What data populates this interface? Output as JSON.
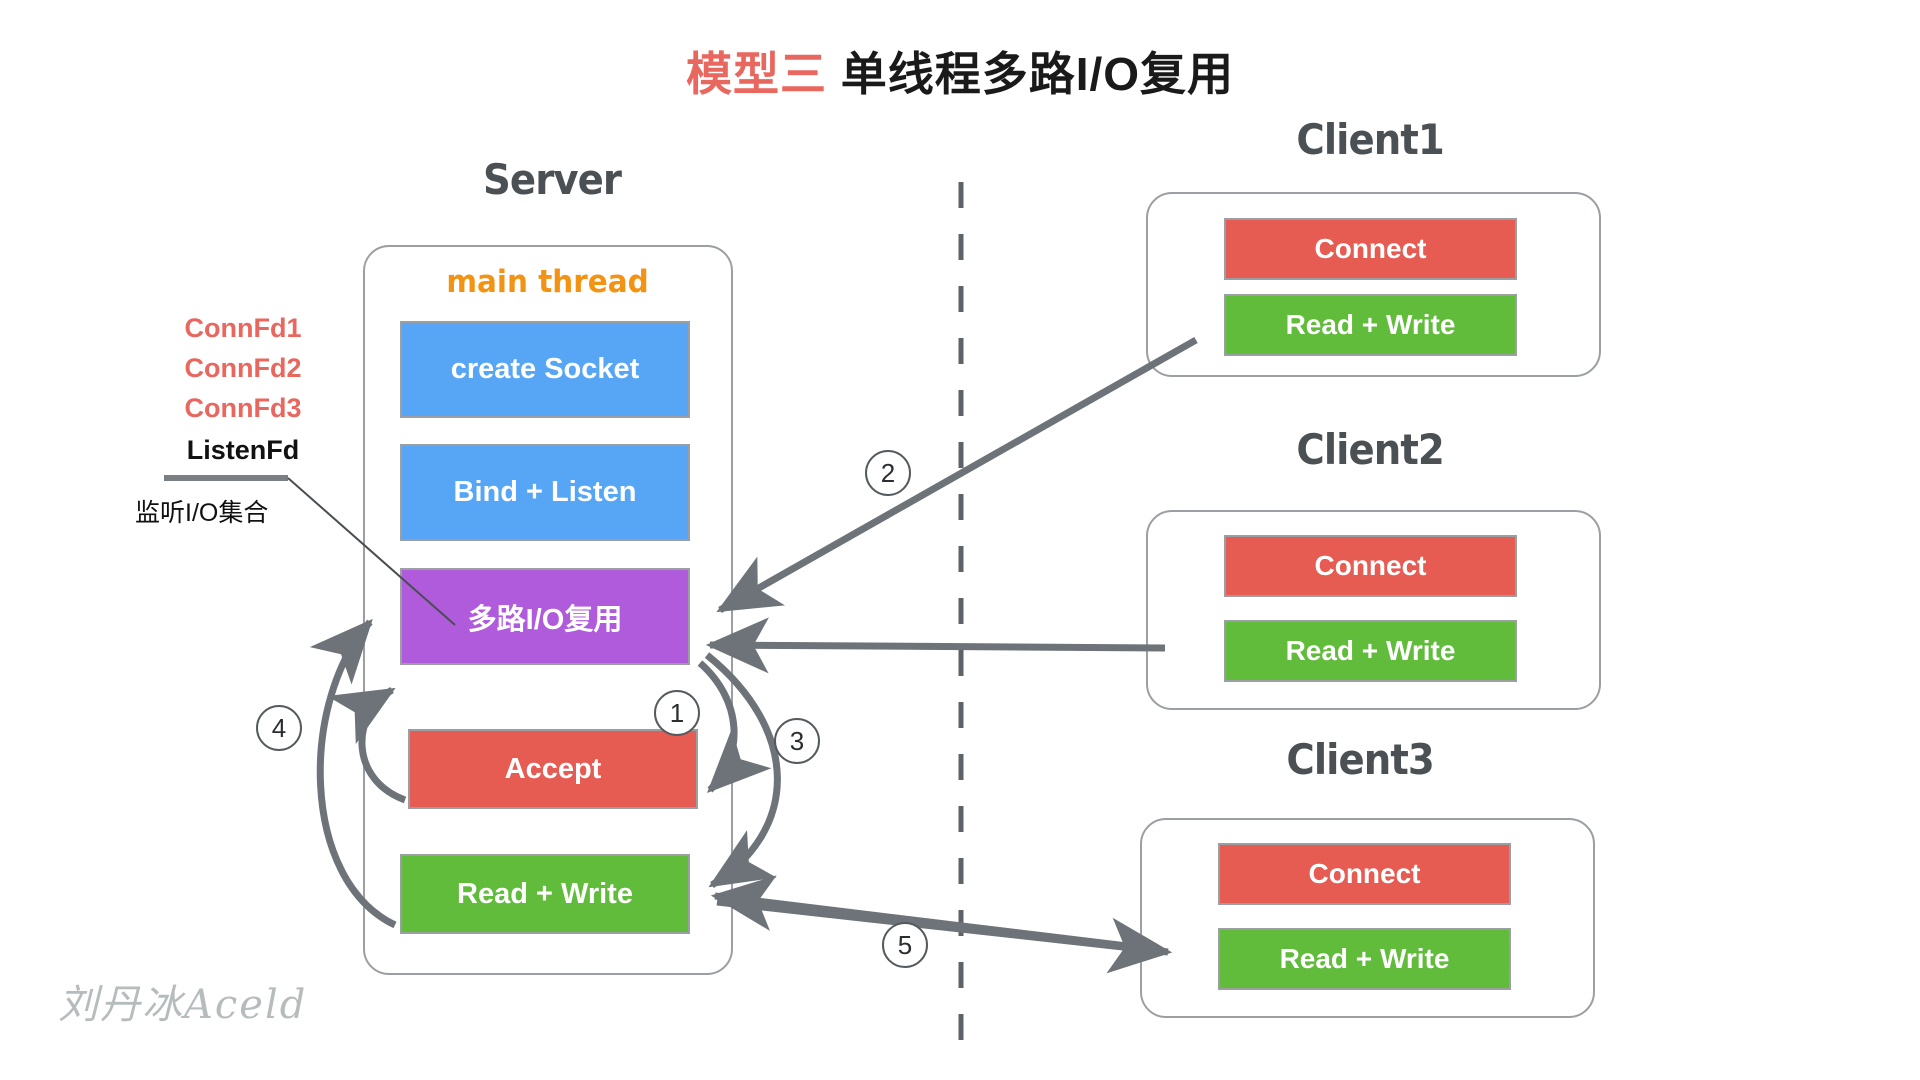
{
  "title": {
    "accent": "模型三",
    "rest": " 单线程多路I/O复用"
  },
  "signature": "刘丹冰Aceld",
  "server": {
    "heading": "Server",
    "thread_label": "main thread",
    "steps": [
      {
        "label": "create Socket",
        "color": "#56A6F5"
      },
      {
        "label": "Bind + Listen",
        "color": "#56A6F5"
      },
      {
        "label": "多路I/O复用",
        "color": "#B05BDC"
      },
      {
        "label": "Accept",
        "color": "#E65B52"
      },
      {
        "label": "Read + Write",
        "color": "#61BC3C"
      }
    ]
  },
  "fd_set": {
    "items": [
      {
        "label": "ConnFd1",
        "color": "#E8675E"
      },
      {
        "label": "ConnFd2",
        "color": "#E8675E"
      },
      {
        "label": "ConnFd3",
        "color": "#E8675E"
      },
      {
        "label": "ListenFd",
        "color": "#111111"
      }
    ],
    "caption": "监听I/O集合"
  },
  "clients": [
    {
      "heading": "Client1",
      "boxes": [
        {
          "label": "Connect",
          "color": "#E65B52"
        },
        {
          "label": "Read + Write",
          "color": "#61BC3C"
        }
      ]
    },
    {
      "heading": "Client2",
      "boxes": [
        {
          "label": "Connect",
          "color": "#E65B52"
        },
        {
          "label": "Read + Write",
          "color": "#61BC3C"
        }
      ]
    },
    {
      "heading": "Client3",
      "boxes": [
        {
          "label": "Connect",
          "color": "#E65B52"
        },
        {
          "label": "Read + Write",
          "color": "#61BC3C"
        }
      ]
    }
  ],
  "steps_circled": [
    {
      "number": "1"
    },
    {
      "number": "2"
    },
    {
      "number": "3"
    },
    {
      "number": "4"
    },
    {
      "number": "5"
    }
  ],
  "palette": {
    "blue": "#56A6F5",
    "purple": "#B05BDC",
    "red": "#E65B52",
    "green": "#61BC3C",
    "orange": "#F39314",
    "salmon": "#E8675E",
    "arrow_gray": "#6D7378",
    "border_gray": "#9b9fa3"
  }
}
